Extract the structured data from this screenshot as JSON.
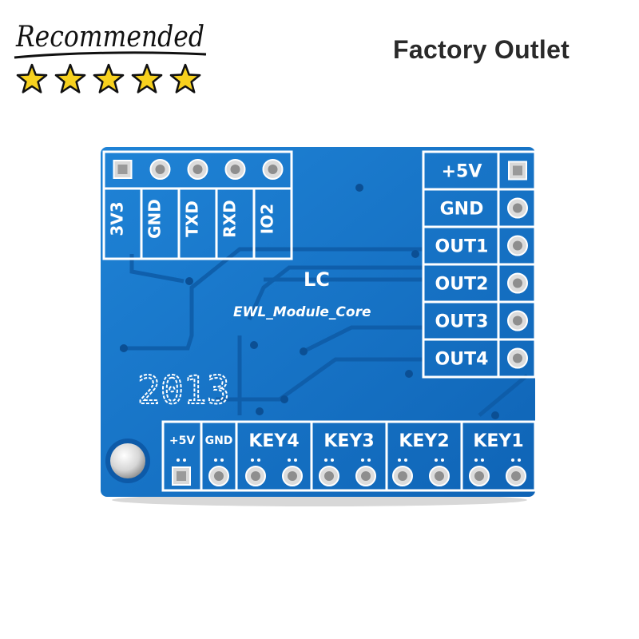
{
  "badge": {
    "text": "Recommended",
    "stars": 5,
    "star_color": "#f7d11e"
  },
  "outlet": {
    "text": "Factory Outlet"
  },
  "board": {
    "color": "#1575c8",
    "silk_color": "#ffffff",
    "top_pins": [
      "3V3",
      "GND",
      "TXD",
      "RXD",
      "IO2"
    ],
    "right_pins": [
      "+5V",
      "GND",
      "OUT1",
      "OUT2",
      "OUT3",
      "OUT4"
    ],
    "bottom_labels": [
      "+5V",
      "GND",
      "KEY4",
      "KEY3",
      "KEY2",
      "KEY1"
    ],
    "logo": "LC",
    "module_name": "EWL_Module_Core",
    "year": "2013"
  }
}
